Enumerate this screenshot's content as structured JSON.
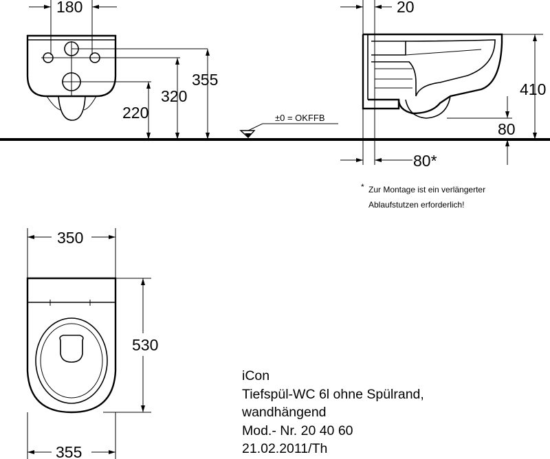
{
  "dimensions": {
    "front_width": "180",
    "side_wall": "20",
    "height_355": "355",
    "height_320": "320",
    "height_220": "220",
    "height_410": "410",
    "height_80": "80",
    "offset_80": "80*",
    "top_width_350": "350",
    "top_width_355": "355",
    "top_length_530": "530"
  },
  "floor_reference": "±0 = OKFFB",
  "footnote": {
    "marker": "*",
    "line1": "Zur Montage ist ein verlängerter",
    "line2": "Ablaufstutzen erforderlich!"
  },
  "product": {
    "name": "iCon",
    "description_line1": "Tiefspül-WC 6l ohne Spülrand,",
    "description_line2": "wandhängend",
    "model": "Mod.- Nr. 20 40 60",
    "date": "21.02.2011/Th"
  }
}
